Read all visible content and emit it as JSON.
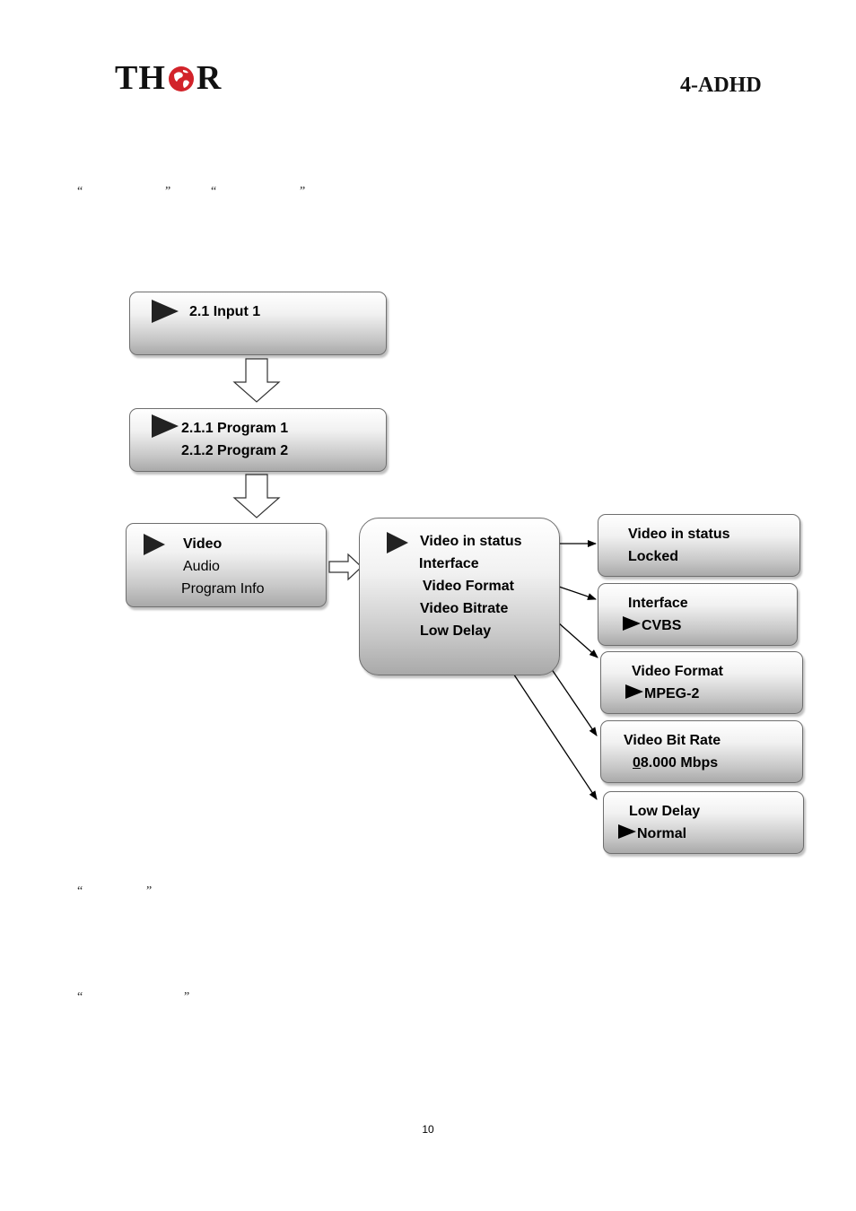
{
  "header": {
    "brand": "TH",
    "brand_end": "R",
    "model": "4-ADHD"
  },
  "quotes": {
    "q1": "“",
    "q2": "”",
    "q3": "“",
    "q4": "”",
    "q5": "“",
    "q6": "”",
    "q7": "“",
    "q8": "”"
  },
  "diagram": {
    "input_box": {
      "line1": "2.1 Input  1"
    },
    "program_box": {
      "line1": "2.1.1 Program 1",
      "line2": "2.1.2 Program 2"
    },
    "category_box": {
      "line1": "Video",
      "line2": "Audio",
      "line3": "Program Info"
    },
    "video_menu": {
      "line1": "Video in status",
      "line2": "Interface",
      "line3": "Video Format",
      "line4": "Video Bitrate",
      "line5": "Low Delay"
    },
    "status_box": {
      "title": "Video in status",
      "value": "Locked"
    },
    "interface_box": {
      "title": "Interface",
      "value": "CVBS"
    },
    "format_box": {
      "title": "Video Format",
      "value": "MPEG-2"
    },
    "bitrate_box": {
      "title": "Video Bit Rate",
      "value_first": "0",
      "value_rest": "8.000 Mbps"
    },
    "lowdelay_box": {
      "title": "Low Delay",
      "value": "Normal"
    }
  },
  "footer": {
    "page_number": "10"
  }
}
